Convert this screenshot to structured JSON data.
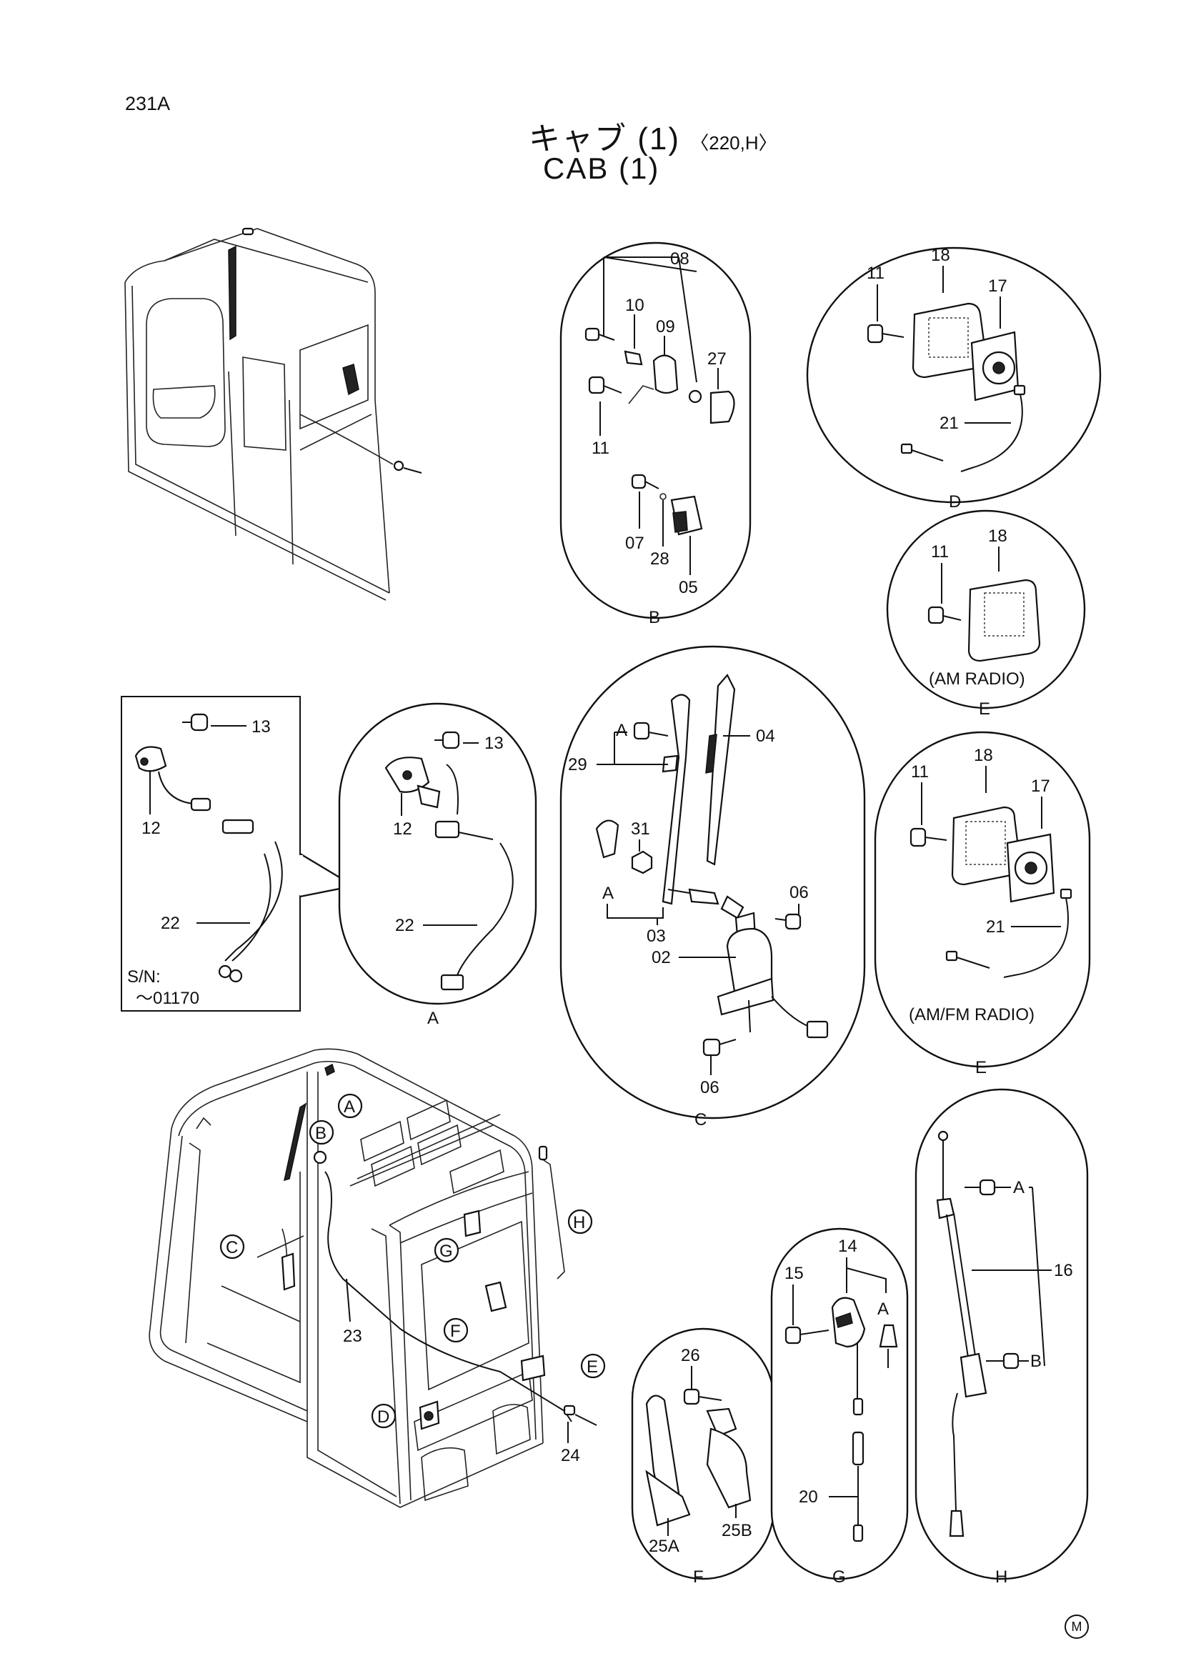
{
  "page": {
    "number": "231A"
  },
  "title": {
    "japanese": "キャブ (1)",
    "variant": "〈220,H〉",
    "english": "CAB (1)"
  },
  "footer_mark": "M",
  "views": {
    "A": {
      "label": "A",
      "parts": [
        "13",
        "12",
        "22"
      ]
    },
    "A_old": {
      "parts": [
        "13",
        "12",
        "22"
      ],
      "serial_label": "S/N:",
      "serial_range": "～01170"
    },
    "B": {
      "label": "B",
      "parts": [
        "08",
        "10",
        "09",
        "27",
        "11",
        "07",
        "28",
        "05"
      ]
    },
    "C": {
      "label": "C",
      "parts": [
        "A",
        "29",
        "04",
        "31",
        "A",
        "06",
        "03",
        "02",
        "06"
      ]
    },
    "D": {
      "label": "D",
      "parts": [
        "11",
        "18",
        "17",
        "21"
      ]
    },
    "E_am": {
      "label": "E",
      "parts": [
        "11",
        "18"
      ],
      "caption": "(AM RADIO)"
    },
    "E_amfm": {
      "label": "E",
      "parts": [
        "11",
        "18",
        "17",
        "21"
      ],
      "caption": "(AM/FM RADIO)"
    },
    "F": {
      "label": "F",
      "parts": [
        "26",
        "25B",
        "25A"
      ]
    },
    "G": {
      "label": "G",
      "parts": [
        "14",
        "15",
        "A",
        "20"
      ]
    },
    "H": {
      "label": "H",
      "parts": [
        "A",
        "16",
        "B"
      ]
    }
  },
  "main_view": {
    "callouts": [
      "A",
      "B",
      "C",
      "G",
      "H",
      "F",
      "E",
      "D"
    ],
    "parts": [
      "23",
      "24"
    ]
  }
}
